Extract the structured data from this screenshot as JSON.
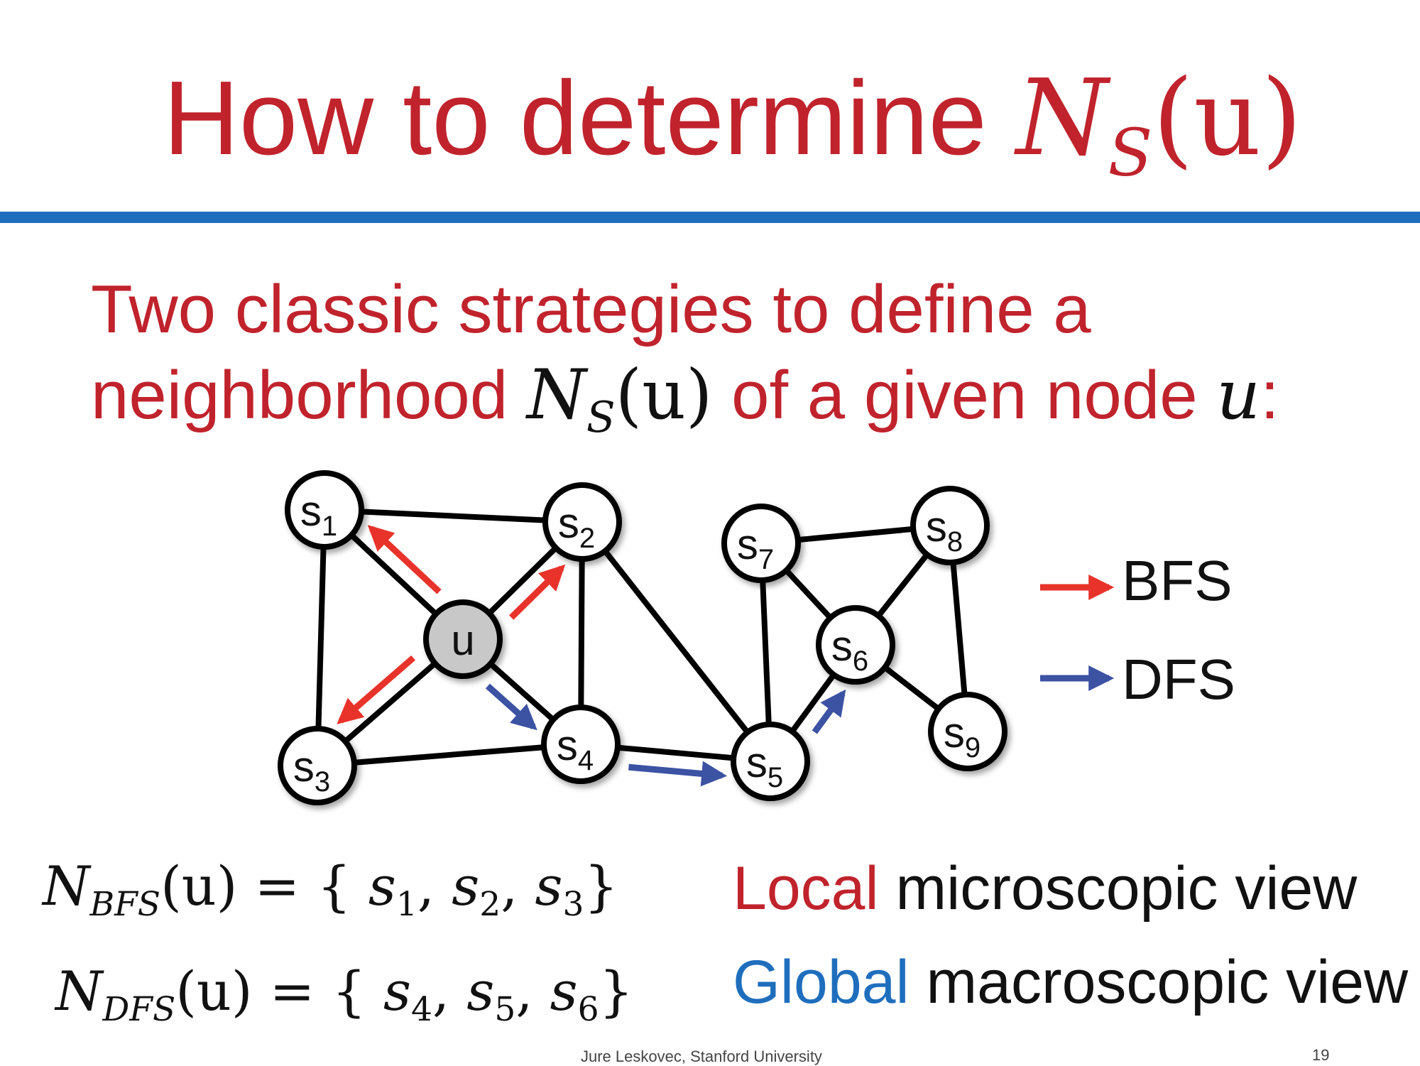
{
  "title": {
    "text": "How to determine ",
    "math_base": "N",
    "math_sub": "S",
    "math_arg": "(u)"
  },
  "subtitle": {
    "line1": "Two classic strategies to define a",
    "line2_a": "neighborhood ",
    "line2_math_base": "N",
    "line2_math_sub": "S",
    "line2_math_arg": "(u)",
    "line2_b": " of a given node ",
    "line2_node": "u",
    "line2_end": ":"
  },
  "graph": {
    "center": {
      "id": "u",
      "label": "u",
      "fill": "#C8C8C8"
    },
    "nodes": [
      {
        "id": "s1",
        "base": "s",
        "index": "1"
      },
      {
        "id": "s2",
        "base": "s",
        "index": "2"
      },
      {
        "id": "s3",
        "base": "s",
        "index": "3"
      },
      {
        "id": "s4",
        "base": "s",
        "index": "4"
      },
      {
        "id": "s5",
        "base": "s",
        "index": "5"
      },
      {
        "id": "s6",
        "base": "s",
        "index": "6"
      },
      {
        "id": "s7",
        "base": "s",
        "index": "7"
      },
      {
        "id": "s8",
        "base": "s",
        "index": "8"
      },
      {
        "id": "s9",
        "base": "s",
        "index": "9"
      }
    ],
    "edges": [
      [
        "s1",
        "s2"
      ],
      [
        "s1",
        "u"
      ],
      [
        "s1",
        "s3"
      ],
      [
        "u",
        "s2"
      ],
      [
        "u",
        "s3"
      ],
      [
        "u",
        "s4"
      ],
      [
        "s2",
        "s4"
      ],
      [
        "s2",
        "s5"
      ],
      [
        "s3",
        "s4"
      ],
      [
        "s4",
        "s5"
      ],
      [
        "s5",
        "s7"
      ],
      [
        "s5",
        "s6"
      ],
      [
        "s7",
        "s6"
      ],
      [
        "s7",
        "s8"
      ],
      [
        "s6",
        "s8"
      ],
      [
        "s6",
        "s9"
      ],
      [
        "s8",
        "s9"
      ]
    ],
    "bfs_arrows": [
      [
        "u",
        "s1"
      ],
      [
        "u",
        "s2"
      ],
      [
        "u",
        "s3"
      ]
    ],
    "dfs_arrows": [
      [
        "u",
        "s4"
      ],
      [
        "s4",
        "s5"
      ],
      [
        "s5",
        "s6"
      ]
    ]
  },
  "legend": {
    "bfs_label": "BFS",
    "dfs_label": "DFS",
    "bfs_color": "#E8332B",
    "dfs_color": "#3C52A3"
  },
  "equations": {
    "bfs": {
      "base": "N",
      "sub": "BFS",
      "lhs_arg": "(u)",
      "equals": " = { ",
      "items": [
        "s",
        "1",
        "s",
        "2",
        "s",
        "3"
      ],
      "close": "}"
    },
    "dfs": {
      "base": "N",
      "sub": "DFS",
      "lhs_arg": "(u)",
      "equals": " = { ",
      "items": [
        "s",
        "4",
        "s",
        "5",
        "s",
        "6"
      ],
      "close": "}"
    }
  },
  "views": {
    "local_word": "Local",
    "local_rest": " microscopic view",
    "global_word": "Global",
    "global_rest": " macroscopic view"
  },
  "footer": {
    "credit": "Jure Leskovec, Stanford University",
    "page": "19"
  }
}
